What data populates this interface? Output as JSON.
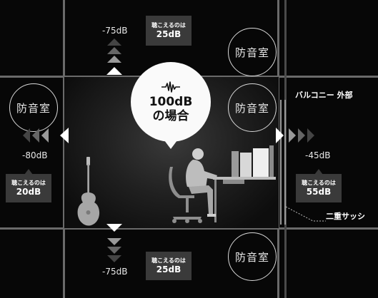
{
  "center": {
    "value": "100dB",
    "caption": "の場合"
  },
  "rooms": {
    "top_right": "防音室",
    "left": "防音室",
    "right": "防音室",
    "bottom_right": "防音室"
  },
  "readings": {
    "top": {
      "db": "-75dB",
      "heard_label": "聴こえるのは",
      "heard_value": "25dB"
    },
    "left": {
      "db": "-80dB",
      "heard_label": "聴こえるのは",
      "heard_value": "20dB"
    },
    "right": {
      "db": "-45dB",
      "heard_label": "聴こえるのは",
      "heard_value": "55dB"
    },
    "bottom": {
      "db": "-75dB",
      "heard_label": "聴こえるのは",
      "heard_value": "25dB"
    }
  },
  "labels": {
    "balcony": "バルコニー 外部",
    "double_sash": "二重サッシ"
  },
  "icons": [
    "sound-wave-icon",
    "guitar-icon",
    "person-at-desk-icon"
  ]
}
